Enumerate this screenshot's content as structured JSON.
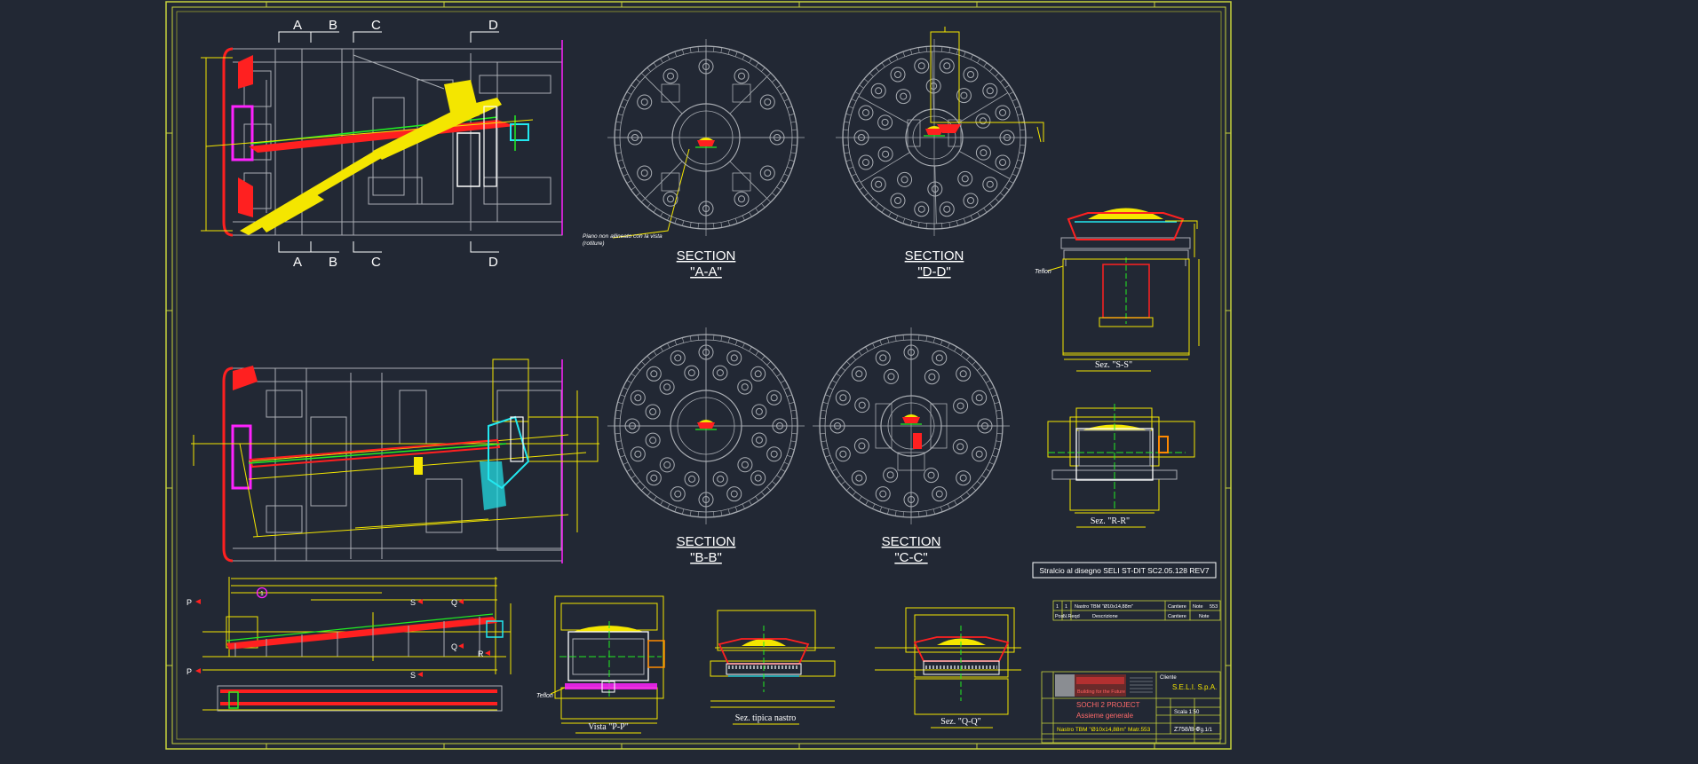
{
  "sheet": {
    "background": "#222834",
    "frame_color": "#c8d23c",
    "line_color": "#a9adb3",
    "accent_colors": {
      "yellow": "#f4e600",
      "red": "#ff2020",
      "green": "#22ee22",
      "magenta": "#ff22ff",
      "cyan": "#22e8f0",
      "white": "#ffffff"
    }
  },
  "section_markers": {
    "top": [
      "A",
      "B",
      "C",
      "D"
    ],
    "bottom": [
      "A",
      "B",
      "C",
      "D"
    ]
  },
  "sections": [
    {
      "line1": "SECTION",
      "line2": "\"A-A\""
    },
    {
      "line1": "SECTION",
      "line2": "\"D-D\""
    },
    {
      "line1": "SECTION",
      "line2": "\"B-B\""
    },
    {
      "line1": "SECTION",
      "line2": "\"C-C\""
    }
  ],
  "side_sections": {
    "ss": "Sez. \"S-S\"",
    "rr": "Sez. \"R-R\"",
    "pp": "Vista \"P-P\"",
    "typical": "Sez. tipica nastro",
    "qq": "Sez. \"Q-Q\""
  },
  "callouts": {
    "plane_note_1": "Piano non allineato con la vista",
    "plane_note_2": "(rotiture)",
    "teflon_1": "Teflon",
    "teflon_2": "Teflon",
    "balloon": "1",
    "bottom_letters": [
      "P",
      "P",
      "S",
      "S",
      "Q",
      "Q",
      "R"
    ]
  },
  "extract_note": "Stralcio al disegno SELI ST-DIT SC2.05.128 REV7",
  "revision_block": {
    "row": [
      "1",
      "1",
      "Nastro TBM \"Ø10x14,88m\"",
      "Cantiere",
      "Note",
      "553"
    ],
    "header": [
      "Pos.",
      "N.Reqd",
      "Descrizione",
      "Cantiere",
      "Note"
    ]
  },
  "title_block": {
    "company_tag": "Building for the Future",
    "client_label": "Cliente",
    "client": "S.E.L.I. S.p.A.",
    "project": "SOCHI 2 PROJECT",
    "title": "Assieme generale",
    "subtitle": "Nastro TBM \"Ø10x14,88m\" Matr.553",
    "scale": "Scala 1:50",
    "drawing_no": "Z758/B-0",
    "sheet_no": "Fg.1/1"
  }
}
